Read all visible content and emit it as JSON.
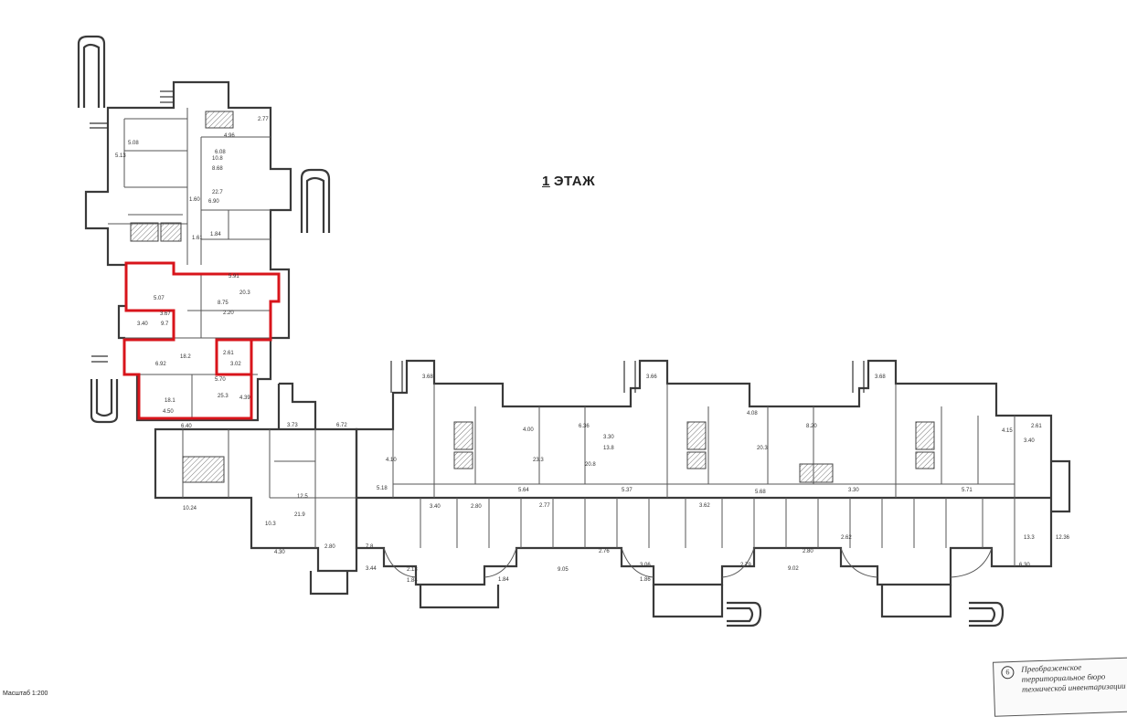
{
  "title": {
    "number": "1",
    "label": "ЭТАЖ"
  },
  "scale": "Масштаб 1:200",
  "stamp": {
    "mark": "6",
    "lines": [
      "Преображенское",
      "территориальное бюро",
      "технической инвентаризации"
    ]
  },
  "room_labels": [
    "5.08",
    "5.13",
    "4.96",
    "2.77",
    "10.8",
    "8.68",
    "6.08",
    "22.7",
    "6.90",
    "1.60",
    "1.84",
    "1.61",
    "5.07",
    "5.91",
    "20.3",
    "8.75",
    "2.20",
    "3.67",
    "3.40",
    "9.7",
    "18.2",
    "6.92",
    "3.02",
    "2.61",
    "18.1",
    "4.50",
    "5.70",
    "25.3",
    "4.39",
    "6.40",
    "10.24",
    "3.73",
    "6.72",
    "3.68",
    "3.66",
    "3.68",
    "4.00",
    "6.36",
    "4.08",
    "8.20",
    "4.15",
    "2.61",
    "3.40",
    "4.10",
    "5.18",
    "23.3",
    "20.3",
    "13.8",
    "20.8",
    "3.30",
    "5.64",
    "5.37",
    "5.68",
    "3.30",
    "5.71",
    "2.80",
    "3.40",
    "2.77",
    "3.62",
    "2.76",
    "2.80",
    "2.13",
    "3.06",
    "2.79",
    "9.05",
    "9.02",
    "1.84",
    "1.86",
    "1.84",
    "6.30",
    "10.3",
    "21.9",
    "12.5",
    "4.30",
    "2.80",
    "2.62",
    "13.3",
    "7.8",
    "12.36",
    "3.44"
  ]
}
